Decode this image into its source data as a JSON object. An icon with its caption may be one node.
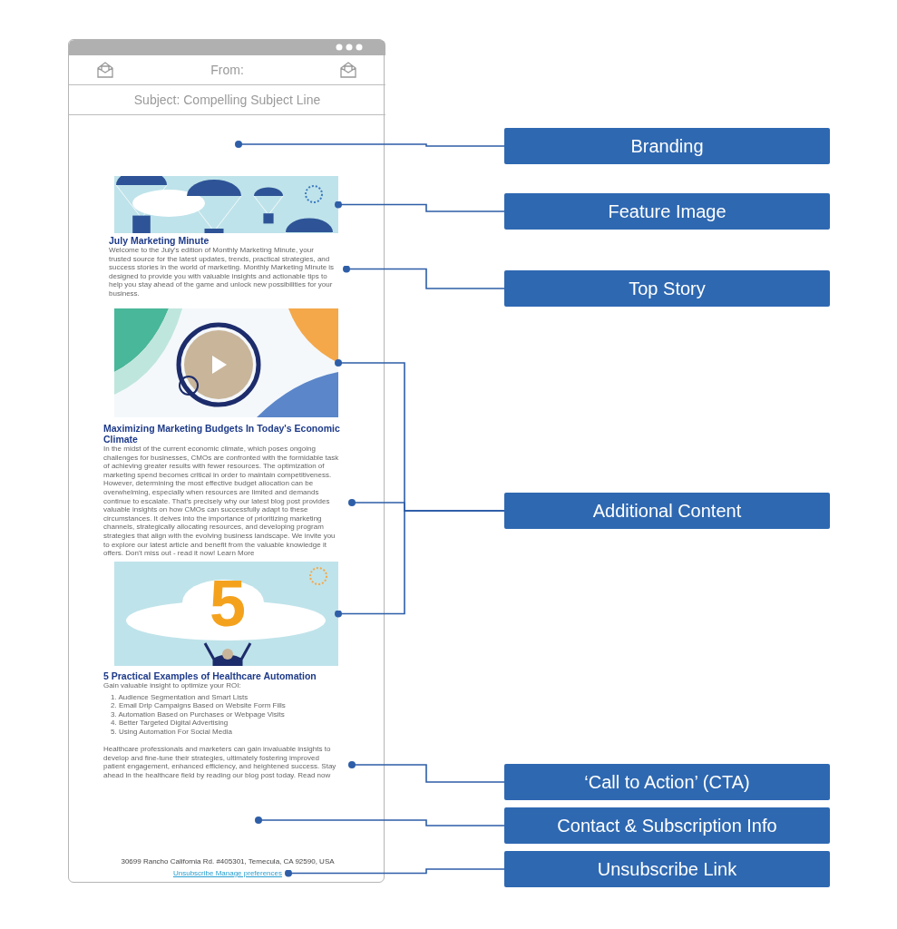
{
  "diagram": {
    "nodes": [
      {
        "text": [],
        "shape": "box"
      },
      {
        "text": [
          "From:"
        ],
        "in": 0
      },
      {
        "text": [
          "Subject: Compelling Subject Line"
        ],
        "in": 0
      },
      {
        "text": [],
        "shape": "picture",
        "in": 0
      },
      {
        "text": [
          "July Marketing Minute",
          "Welcome to the July's edition of Monthly Marketing Minute, your trusted source for the latest updates, trends, practical strategies, and success stories in the world of marketing. Monthly Marketing Minute is designed to provide you with valuable insights and actionable tips to help you stay ahead of the game and unlock new possibilities for your business."
        ],
        "in": 0
      },
      {
        "text": [],
        "shape": "picture",
        "in": 0
      },
      {
        "text": [
          "Maximizing Marketing Budgets In Today's Economic Climate",
          "In the midst of the current economic climate, which poses ongoing challenges for businesses, CMOs are confronted with the formidable task of achieving greater results with fewer resources. The optimization of marketing spend becomes critical in order to maintain competitiveness. However, determining the most effective budget allocation can be overwhelming, especially when resources are limited and demands continue to escalate. That's precisely why our latest blog post provides valuable insights on how CMOs can successfully adapt to these circumstances. It delves into the importance of prioritizing marketing channels, strategically allocating resources, and developing program strategies that align with the evolving business landscape. We invite you to explore our latest article and benefit from the valuable knowledge it offers. Don't miss out - read it now! Learn More"
        ],
        "in": 0
      },
      {
        "text": [],
        "shape": "picture",
        "in": 0
      },
      {
        "text": [
          "5 Practical Examples of Healthcare Automation",
          "Gain valuable insight to optimize your ROI:",
          "1. Audience Segmentation and Smart Lists",
          "2. Email Drip Campaigns Based on Website Form Fills",
          "3. Automation Based on Purchases or Webpage Visits",
          "4. Better Targeted Digital Advertising",
          "5. Using Automation For Social Media"
        ],
        "in": 0
      },
      {
        "text": [
          "Healthcare professionals and marketers can gain invaluable insights to develop and fine-tune their strategies, ultimately fostering improved patient engagement, enhanced efficiency, and heightened success. Stay ahead in the healthcare field by reading our blog post today. Read now"
        ],
        "in": 0
      },
      {
        "text": [
          "30699 Rancho California Rd. #405301, Temecula, CA 92590, USA"
        ],
        "in": 0
      },
      {
        "text": [
          "Unsubscribe Manage preferences"
        ],
        "in": 0
      },
      {
        "text": [
          "Branding"
        ]
      },
      {
        "text": [
          "Feature Image"
        ]
      },
      {
        "text": [
          "Top Story"
        ]
      },
      {
        "text": [
          "Additional Content"
        ]
      },
      {
        "text": [
          "‘Call to Action’ (CTA)"
        ]
      },
      {
        "text": [
          "Contact & Subscription Info"
        ]
      },
      {
        "text": [
          "Unsubscribe Link"
        ]
      }
    ],
    "edges": [
      {
        "from": 12,
        "to": null,
        "arrow": "other"
      },
      {
        "from": 13,
        "to": 3,
        "arrow": "other"
      },
      {
        "from": 14,
        "to": 4,
        "arrow": "other"
      },
      {
        "from": 15,
        "to": 5,
        "arrow": "other"
      },
      {
        "from": 15,
        "to": 6,
        "arrow": "other"
      },
      {
        "from": 15,
        "to": 7,
        "arrow": "other"
      },
      {
        "from": 16,
        "to": 9,
        "arrow": "other"
      },
      {
        "from": 17,
        "to": null,
        "arrow": "other"
      },
      {
        "from": 18,
        "to": 11,
        "arrow": "other"
      }
    ],
    "labels": [
      "5"
    ]
  }
}
